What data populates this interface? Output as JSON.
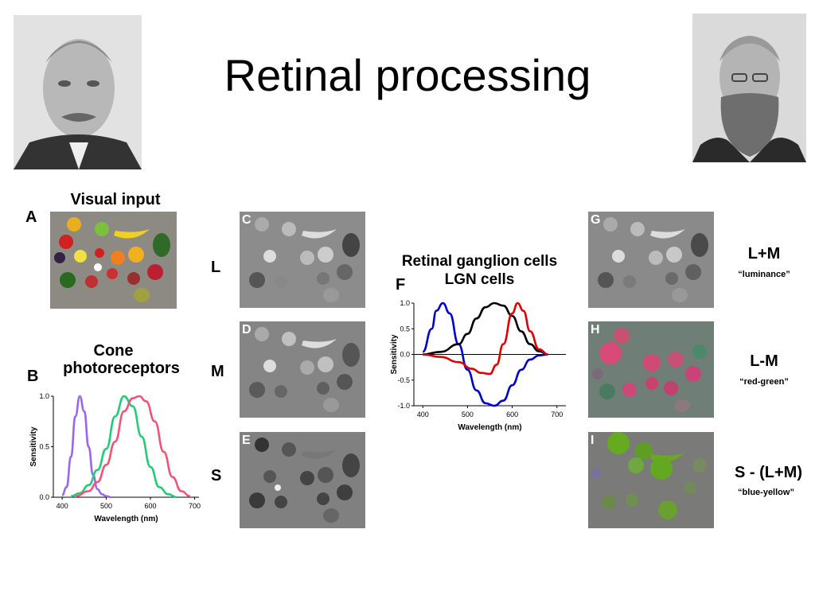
{
  "title": "Retinal processing",
  "panels": {
    "A": {
      "letter": "A",
      "caption": "Visual input"
    },
    "B": {
      "letter": "B",
      "caption_line1": "Cone",
      "caption_line2": "photoreceptors"
    },
    "C": {
      "letter": "C",
      "side_label": "L"
    },
    "D": {
      "letter": "D",
      "side_label": "M"
    },
    "E": {
      "letter": "E",
      "side_label": "S"
    },
    "F": {
      "letter": "F",
      "caption_line1": "Retinal ganglion cells",
      "caption_line2": "LGN cells"
    },
    "G": {
      "letter": "G",
      "label": "L+M",
      "sublabel": "“luminance”"
    },
    "H": {
      "letter": "H",
      "label": "L-M",
      "sublabel": "“red-green”"
    },
    "I": {
      "letter": "I",
      "label": "S - (L+M)",
      "sublabel": "“blue-yellow”"
    }
  },
  "chart_data": [
    {
      "type": "line",
      "panel": "B",
      "xlabel": "Wavelength (nm)",
      "ylabel": "Sensitivity",
      "xlim": [
        380,
        710
      ],
      "ylim": [
        0,
        1.0
      ],
      "xticks": [
        "400",
        "500",
        "600",
        "700"
      ],
      "yticks": [
        "0.0",
        "0.5",
        "1.0"
      ],
      "series": [
        {
          "color": "#9966ee",
          "x": [
            400,
            410,
            420,
            430,
            440,
            450,
            460,
            470,
            480,
            490,
            500,
            510
          ],
          "y": [
            0.02,
            0.1,
            0.4,
            0.8,
            1.0,
            0.85,
            0.5,
            0.22,
            0.08,
            0.03,
            0.01,
            0.0
          ]
        },
        {
          "color": "#22cc77",
          "x": [
            420,
            440,
            460,
            480,
            500,
            520,
            540,
            560,
            580,
            600,
            620,
            640,
            660
          ],
          "y": [
            0.01,
            0.04,
            0.12,
            0.27,
            0.48,
            0.8,
            1.0,
            0.9,
            0.6,
            0.3,
            0.1,
            0.03,
            0.0
          ]
        },
        {
          "color": "#ee5577",
          "x": [
            430,
            460,
            480,
            500,
            520,
            540,
            560,
            575,
            590,
            610,
            630,
            650,
            670,
            690
          ],
          "y": [
            0.01,
            0.06,
            0.15,
            0.32,
            0.55,
            0.85,
            0.98,
            1.0,
            0.95,
            0.75,
            0.45,
            0.2,
            0.06,
            0.01
          ]
        }
      ]
    },
    {
      "type": "line",
      "panel": "F",
      "xlabel": "Wavelength (nm)",
      "ylabel": "Sensitivity",
      "xlim": [
        380,
        720
      ],
      "ylim": [
        -1.0,
        1.0
      ],
      "xticks": [
        "400",
        "500",
        "600",
        "700"
      ],
      "yticks": [
        "1.0",
        "0.5",
        "0.0",
        "-0.5",
        "-1.0"
      ],
      "series": [
        {
          "color": "#0000cc",
          "x": [
            400,
            420,
            430,
            445,
            460,
            480,
            500,
            520,
            540,
            560,
            580,
            600,
            620,
            640,
            660,
            680
          ],
          "y": [
            0.05,
            0.5,
            0.85,
            1.0,
            0.8,
            0.2,
            -0.3,
            -0.7,
            -0.95,
            -1.0,
            -0.9,
            -0.6,
            -0.3,
            -0.1,
            -0.02,
            0.0
          ]
        },
        {
          "color": "#000000",
          "x": [
            400,
            440,
            480,
            500,
            520,
            540,
            560,
            580,
            600,
            620,
            640,
            660,
            680
          ],
          "y": [
            0.0,
            0.05,
            0.2,
            0.4,
            0.7,
            0.92,
            1.0,
            0.95,
            0.75,
            0.45,
            0.2,
            0.06,
            0.0
          ]
        },
        {
          "color": "#dd0000",
          "x": [
            400,
            440,
            480,
            510,
            530,
            550,
            565,
            580,
            600,
            612,
            625,
            640,
            660,
            680
          ],
          "y": [
            0.0,
            -0.05,
            -0.15,
            -0.28,
            -0.36,
            -0.38,
            -0.2,
            0.2,
            0.8,
            1.0,
            0.85,
            0.45,
            0.1,
            0.0
          ]
        }
      ]
    }
  ]
}
